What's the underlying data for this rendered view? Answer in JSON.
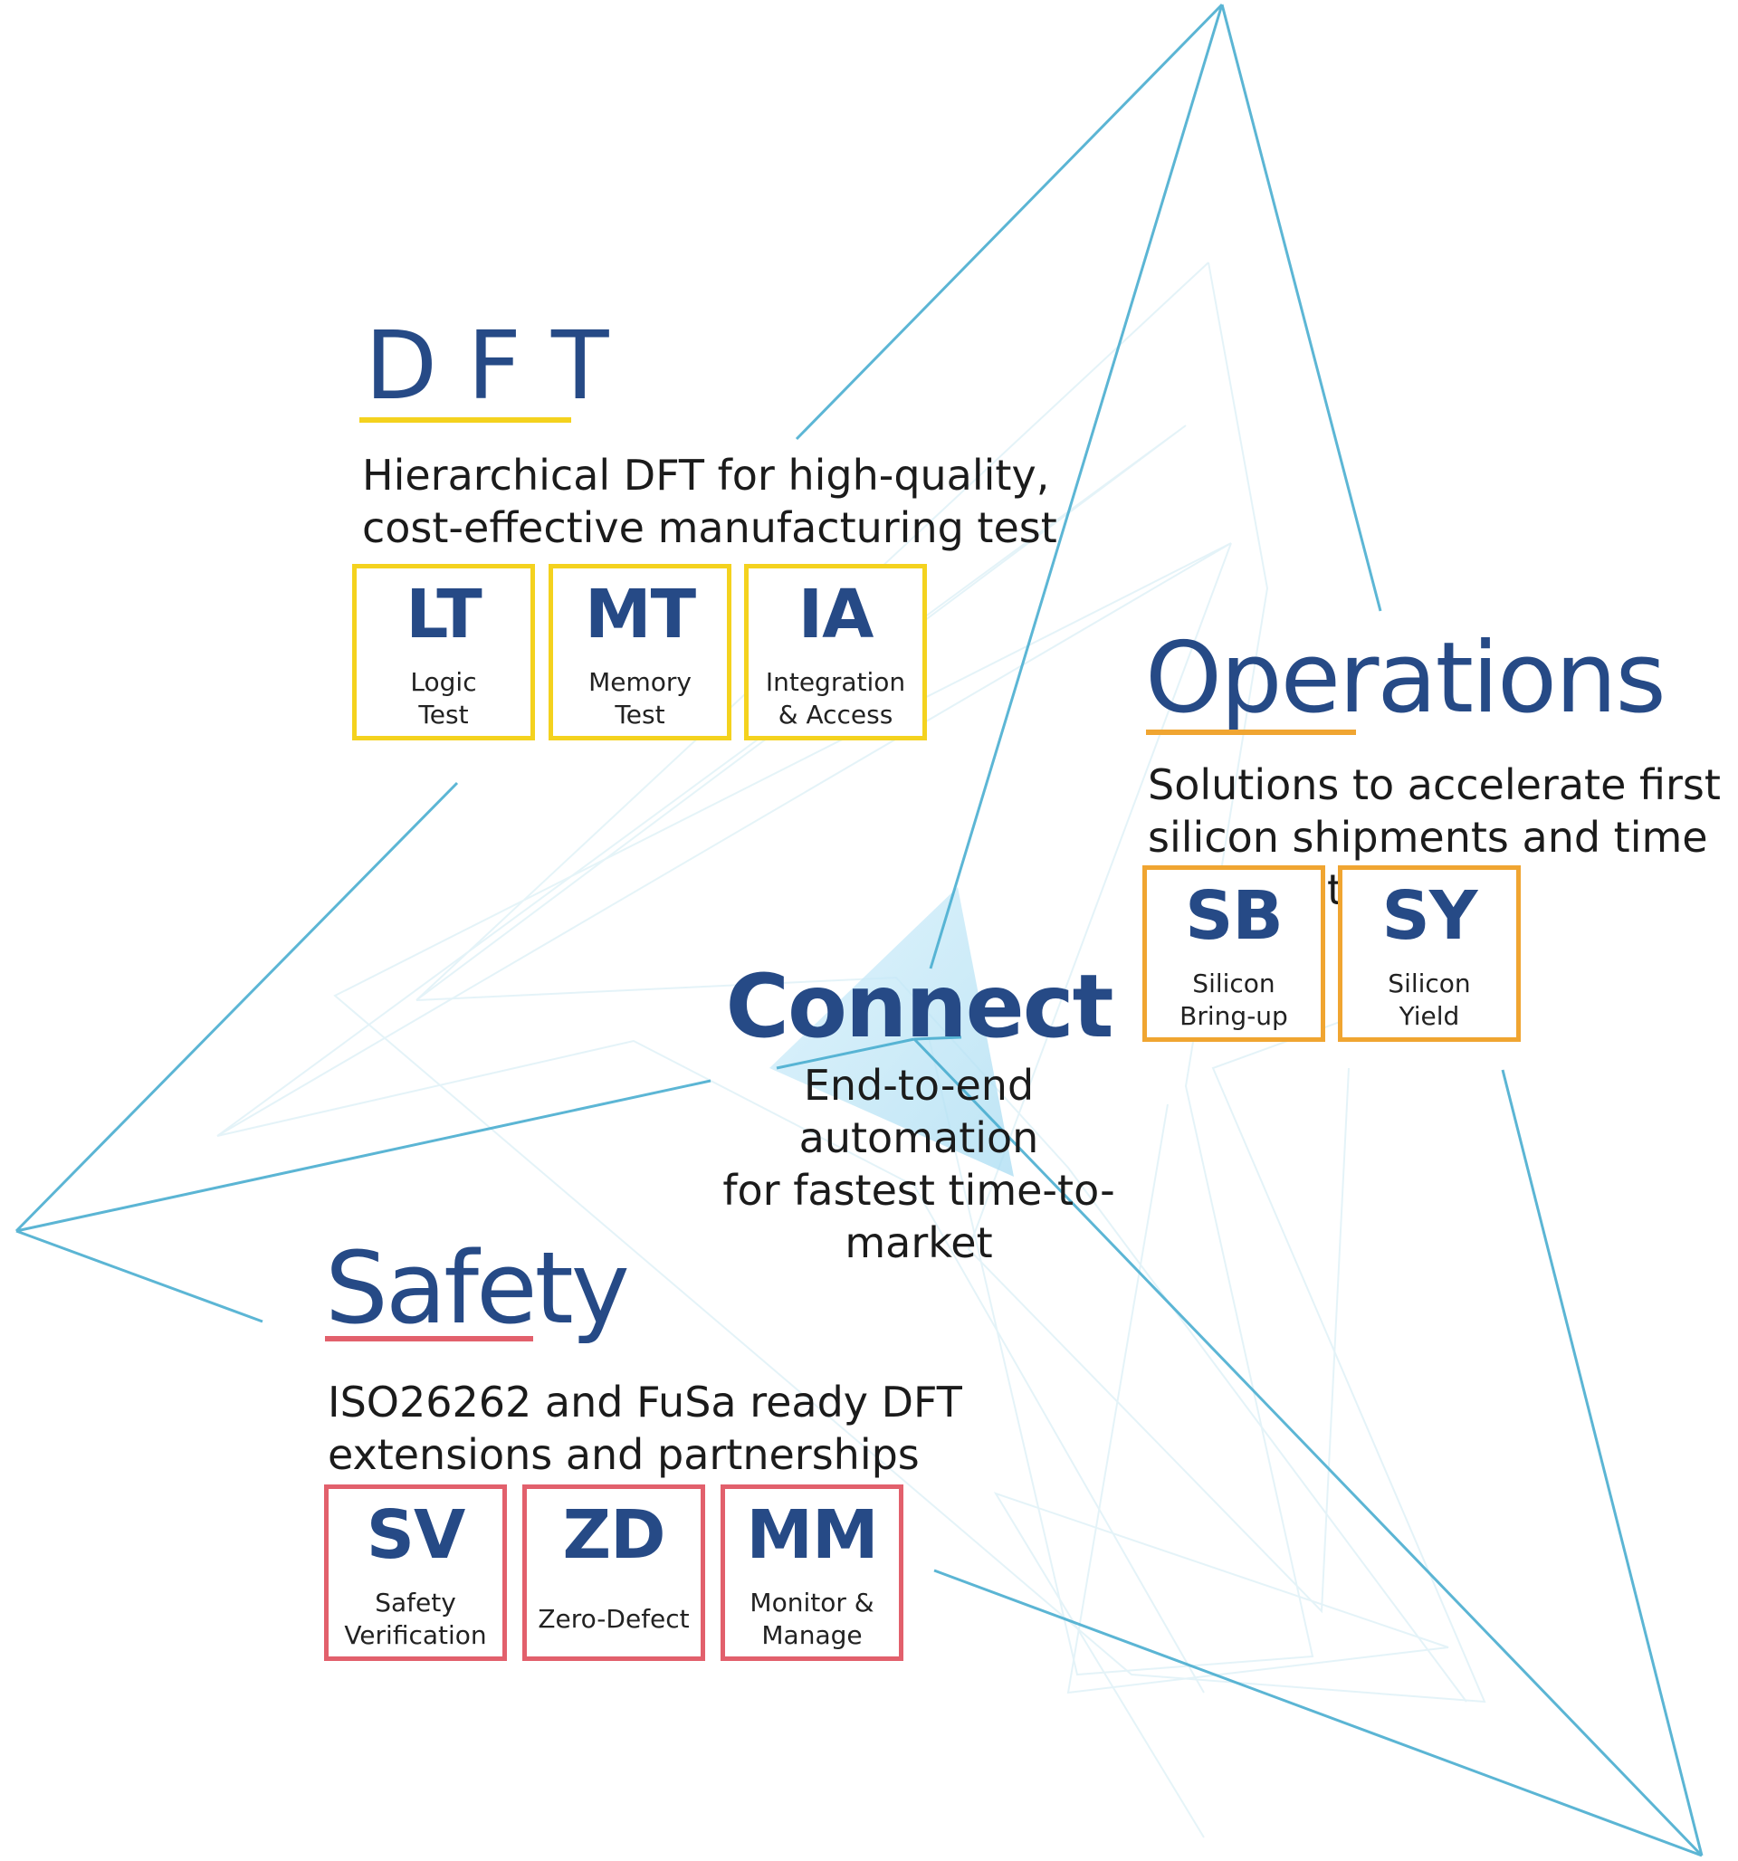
{
  "colors": {
    "title": "#264a86",
    "dft_accent": "#f4d21e",
    "operations_accent": "#f0a531",
    "safety_accent": "#e2606c",
    "lines": "#4aaed0",
    "connect_glow": "#bfe7f7"
  },
  "dft": {
    "title": "D F T",
    "description_lines": [
      "Hierarchical DFT for high-quality,",
      "cost-effective manufacturing test"
    ],
    "tiles": [
      {
        "abbr": "LT",
        "name_lines": [
          "Logic",
          "Test"
        ]
      },
      {
        "abbr": "MT",
        "name_lines": [
          "Memory",
          "Test"
        ]
      },
      {
        "abbr": "IA",
        "name_lines": [
          "Integration",
          "& Access"
        ]
      }
    ]
  },
  "operations": {
    "title": "Operations",
    "description_lines": [
      "Solutions to accelerate first",
      "silicon shipments and time",
      "t"
    ],
    "tiles": [
      {
        "abbr": "SB",
        "name_lines": [
          "Silicon",
          "Bring-up"
        ]
      },
      {
        "abbr": "SY",
        "name_lines": [
          "Silicon",
          "Yield"
        ]
      }
    ]
  },
  "connect": {
    "title": "Connect",
    "description_lines": [
      "End-to-end",
      "automation",
      "for fastest time-to-",
      "market"
    ]
  },
  "safety": {
    "title": "Safety",
    "description_lines": [
      "ISO26262 and FuSa ready DFT",
      "extensions and partnerships"
    ],
    "tiles": [
      {
        "abbr": "SV",
        "name_lines": [
          "Safety",
          "Verification"
        ]
      },
      {
        "abbr": "ZD",
        "name_lines": [
          "Zero-Defect"
        ]
      },
      {
        "abbr": "MM",
        "name_lines": [
          "Monitor &",
          "Manage"
        ]
      }
    ]
  }
}
